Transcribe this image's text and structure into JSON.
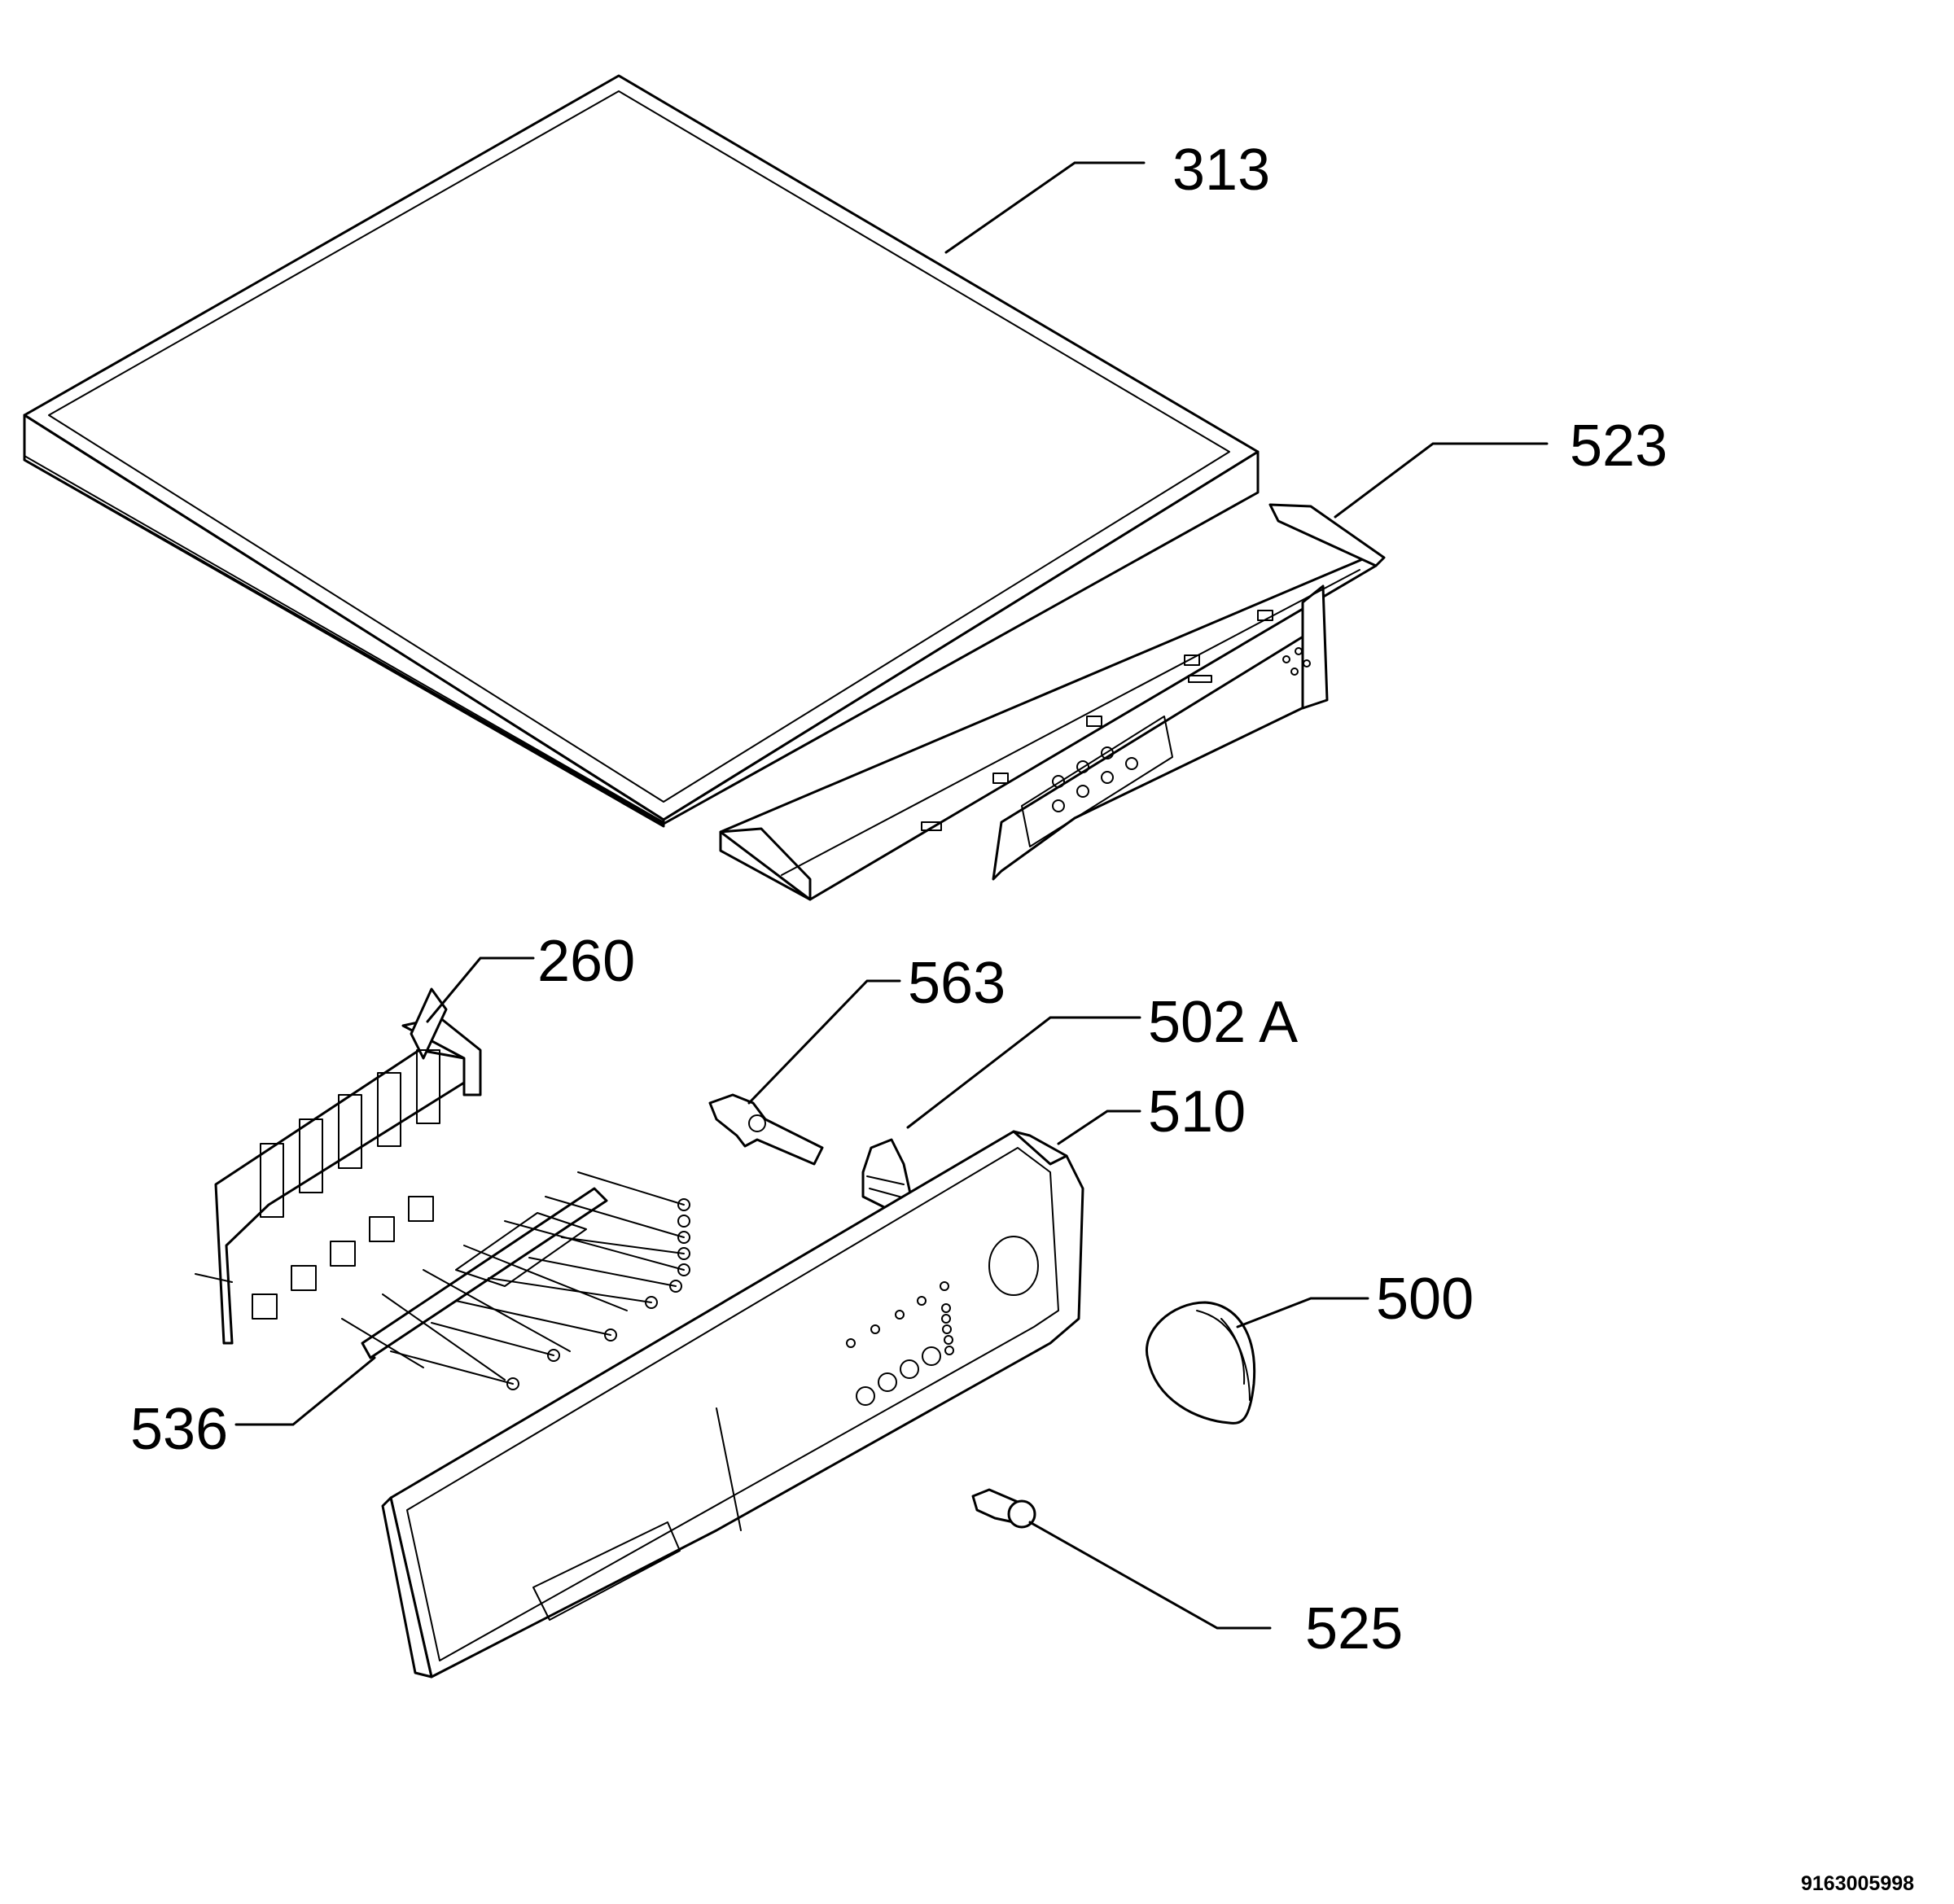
{
  "diagram": {
    "labels": {
      "p313": "313",
      "p523": "523",
      "p260": "260",
      "p563": "563",
      "p502a": "502 A",
      "p510": "510",
      "p500": "500",
      "p536": "536",
      "p525": "525"
    },
    "document_number": "9163005998"
  }
}
